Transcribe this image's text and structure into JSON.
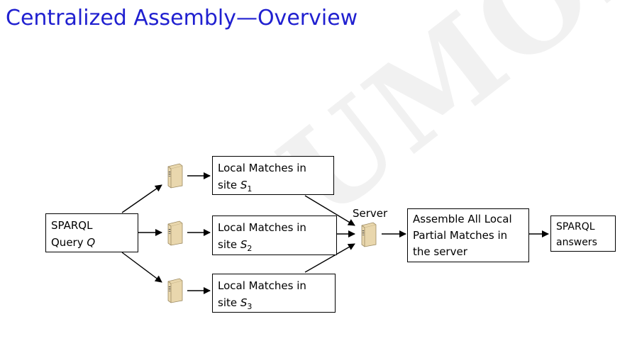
{
  "title": "Centralized Assembly—Overview",
  "watermark": "UMOD",
  "query_box": {
    "line1": "SPARQL",
    "line2_prefix": "Query ",
    "line2_var": "Q"
  },
  "local_matches": [
    {
      "line1": "Local Matches in",
      "site_prefix": "site ",
      "site_var": "S",
      "site_sub": "1"
    },
    {
      "line1": "Local Matches in",
      "site_prefix": "site ",
      "site_var": "S",
      "site_sub": "2"
    },
    {
      "line1": "Local Matches in",
      "site_prefix": "site ",
      "site_var": "S",
      "site_sub": "3"
    }
  ],
  "server_label": "Server",
  "assemble_box": {
    "line1": "Assemble All Local",
    "line2": "Partial Matches in",
    "line3": "the server"
  },
  "answers_box": {
    "line1": "SPARQL",
    "line2": "answers"
  },
  "icons": {
    "site_server": "server-icon",
    "central_server": "server-icon"
  },
  "colors": {
    "title": "#2020d0",
    "watermark": "#f1f1f1",
    "server_body": "#e9d7ad"
  }
}
